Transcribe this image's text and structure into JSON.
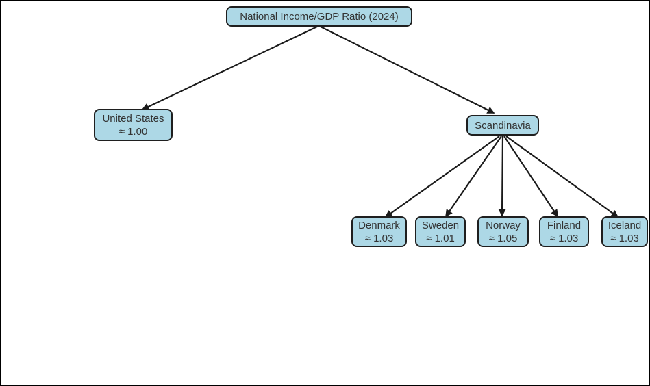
{
  "colors": {
    "node_fill": "#add8e6",
    "node_border": "#1f1f1f",
    "node_text": "#333333",
    "edge_color": "#1a1a1a",
    "canvas_border": "#000000",
    "background": "#ffffff"
  },
  "diagram": {
    "nodes": {
      "root": {
        "label": "National Income/GDP Ratio (2024)"
      },
      "united_states": {
        "label": "United States",
        "value": "≈ 1.00"
      },
      "scandinavia": {
        "label": "Scandinavia"
      },
      "denmark": {
        "label": "Denmark",
        "value": "≈ 1.03"
      },
      "sweden": {
        "label": "Sweden",
        "value": "≈ 1.01"
      },
      "norway": {
        "label": "Norway",
        "value": "≈ 1.05"
      },
      "finland": {
        "label": "Finland",
        "value": "≈ 1.03"
      },
      "iceland": {
        "label": "Iceland",
        "value": "≈ 1.03"
      }
    },
    "edges": [
      {
        "from": "root",
        "to": "united_states"
      },
      {
        "from": "root",
        "to": "scandinavia"
      },
      {
        "from": "scandinavia",
        "to": "denmark"
      },
      {
        "from": "scandinavia",
        "to": "sweden"
      },
      {
        "from": "scandinavia",
        "to": "norway"
      },
      {
        "from": "scandinavia",
        "to": "finland"
      },
      {
        "from": "scandinavia",
        "to": "iceland"
      }
    ]
  }
}
